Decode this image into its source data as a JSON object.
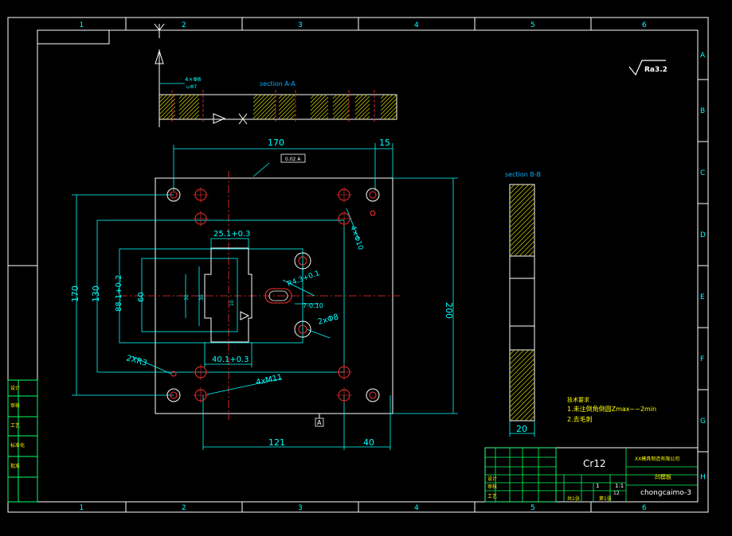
{
  "colors": {
    "background": "#000000",
    "frame": "#ffffff",
    "dimension": "#00ffff",
    "centerline": "#ff3030",
    "hole": "#ff3030",
    "hatch": "#c8c800",
    "note": "#ffff00",
    "title_block": "#00ff66"
  },
  "border": {
    "columns": [
      "1",
      "2",
      "3",
      "4",
      "5",
      "6"
    ],
    "rows": [
      "A",
      "B",
      "C",
      "D",
      "E",
      "F",
      "G",
      "H"
    ]
  },
  "roughness": "Ra3.2",
  "section_aa": {
    "label": "section A-A",
    "hole_callout": "4×Φ8",
    "hole_callout_sub": "⊔Φ7"
  },
  "section_bb": {
    "label": "section B-B",
    "thickness": "20"
  },
  "datum_label": "A",
  "flatness_frame": "0.02 A",
  "dims": {
    "top_170": "170",
    "top_15": "15",
    "side_200": "200",
    "left_170": "170",
    "left_130": "130",
    "left_88": "88.1+0.2",
    "left_60": "60",
    "inner_25": "25.1+0.3",
    "inner_40": "40.1+0.3",
    "bottom_121": "121",
    "bottom_40": "40",
    "radius_2xr3": "2XR3",
    "callout_4xm11": "4xM11",
    "callout_4xphi10": "4×Φ10",
    "callout_r4": "R4.3+0.1",
    "callout_7": "7-0.10",
    "callout_2xphi8": "2xΦ8",
    "inner_v1": "30",
    "inner_v2": "30",
    "inner_v3": "10"
  },
  "notes": {
    "title": "技术要求",
    "line1": "1.未注倒角倒圆Zmax~~2min",
    "line2": "2.去毛刺"
  },
  "title_block": {
    "material": "Cr12",
    "company": "XX模具制造有限公司",
    "part_name": "凹模板",
    "drawing_no": "chongcaimo-3",
    "scale": "1:1",
    "sheet": "共1张",
    "sheet2": "第1张",
    "weight": "1",
    "qty": "12",
    "rows": [
      "设计",
      "审核",
      "工艺",
      "标准化",
      "批准"
    ]
  }
}
